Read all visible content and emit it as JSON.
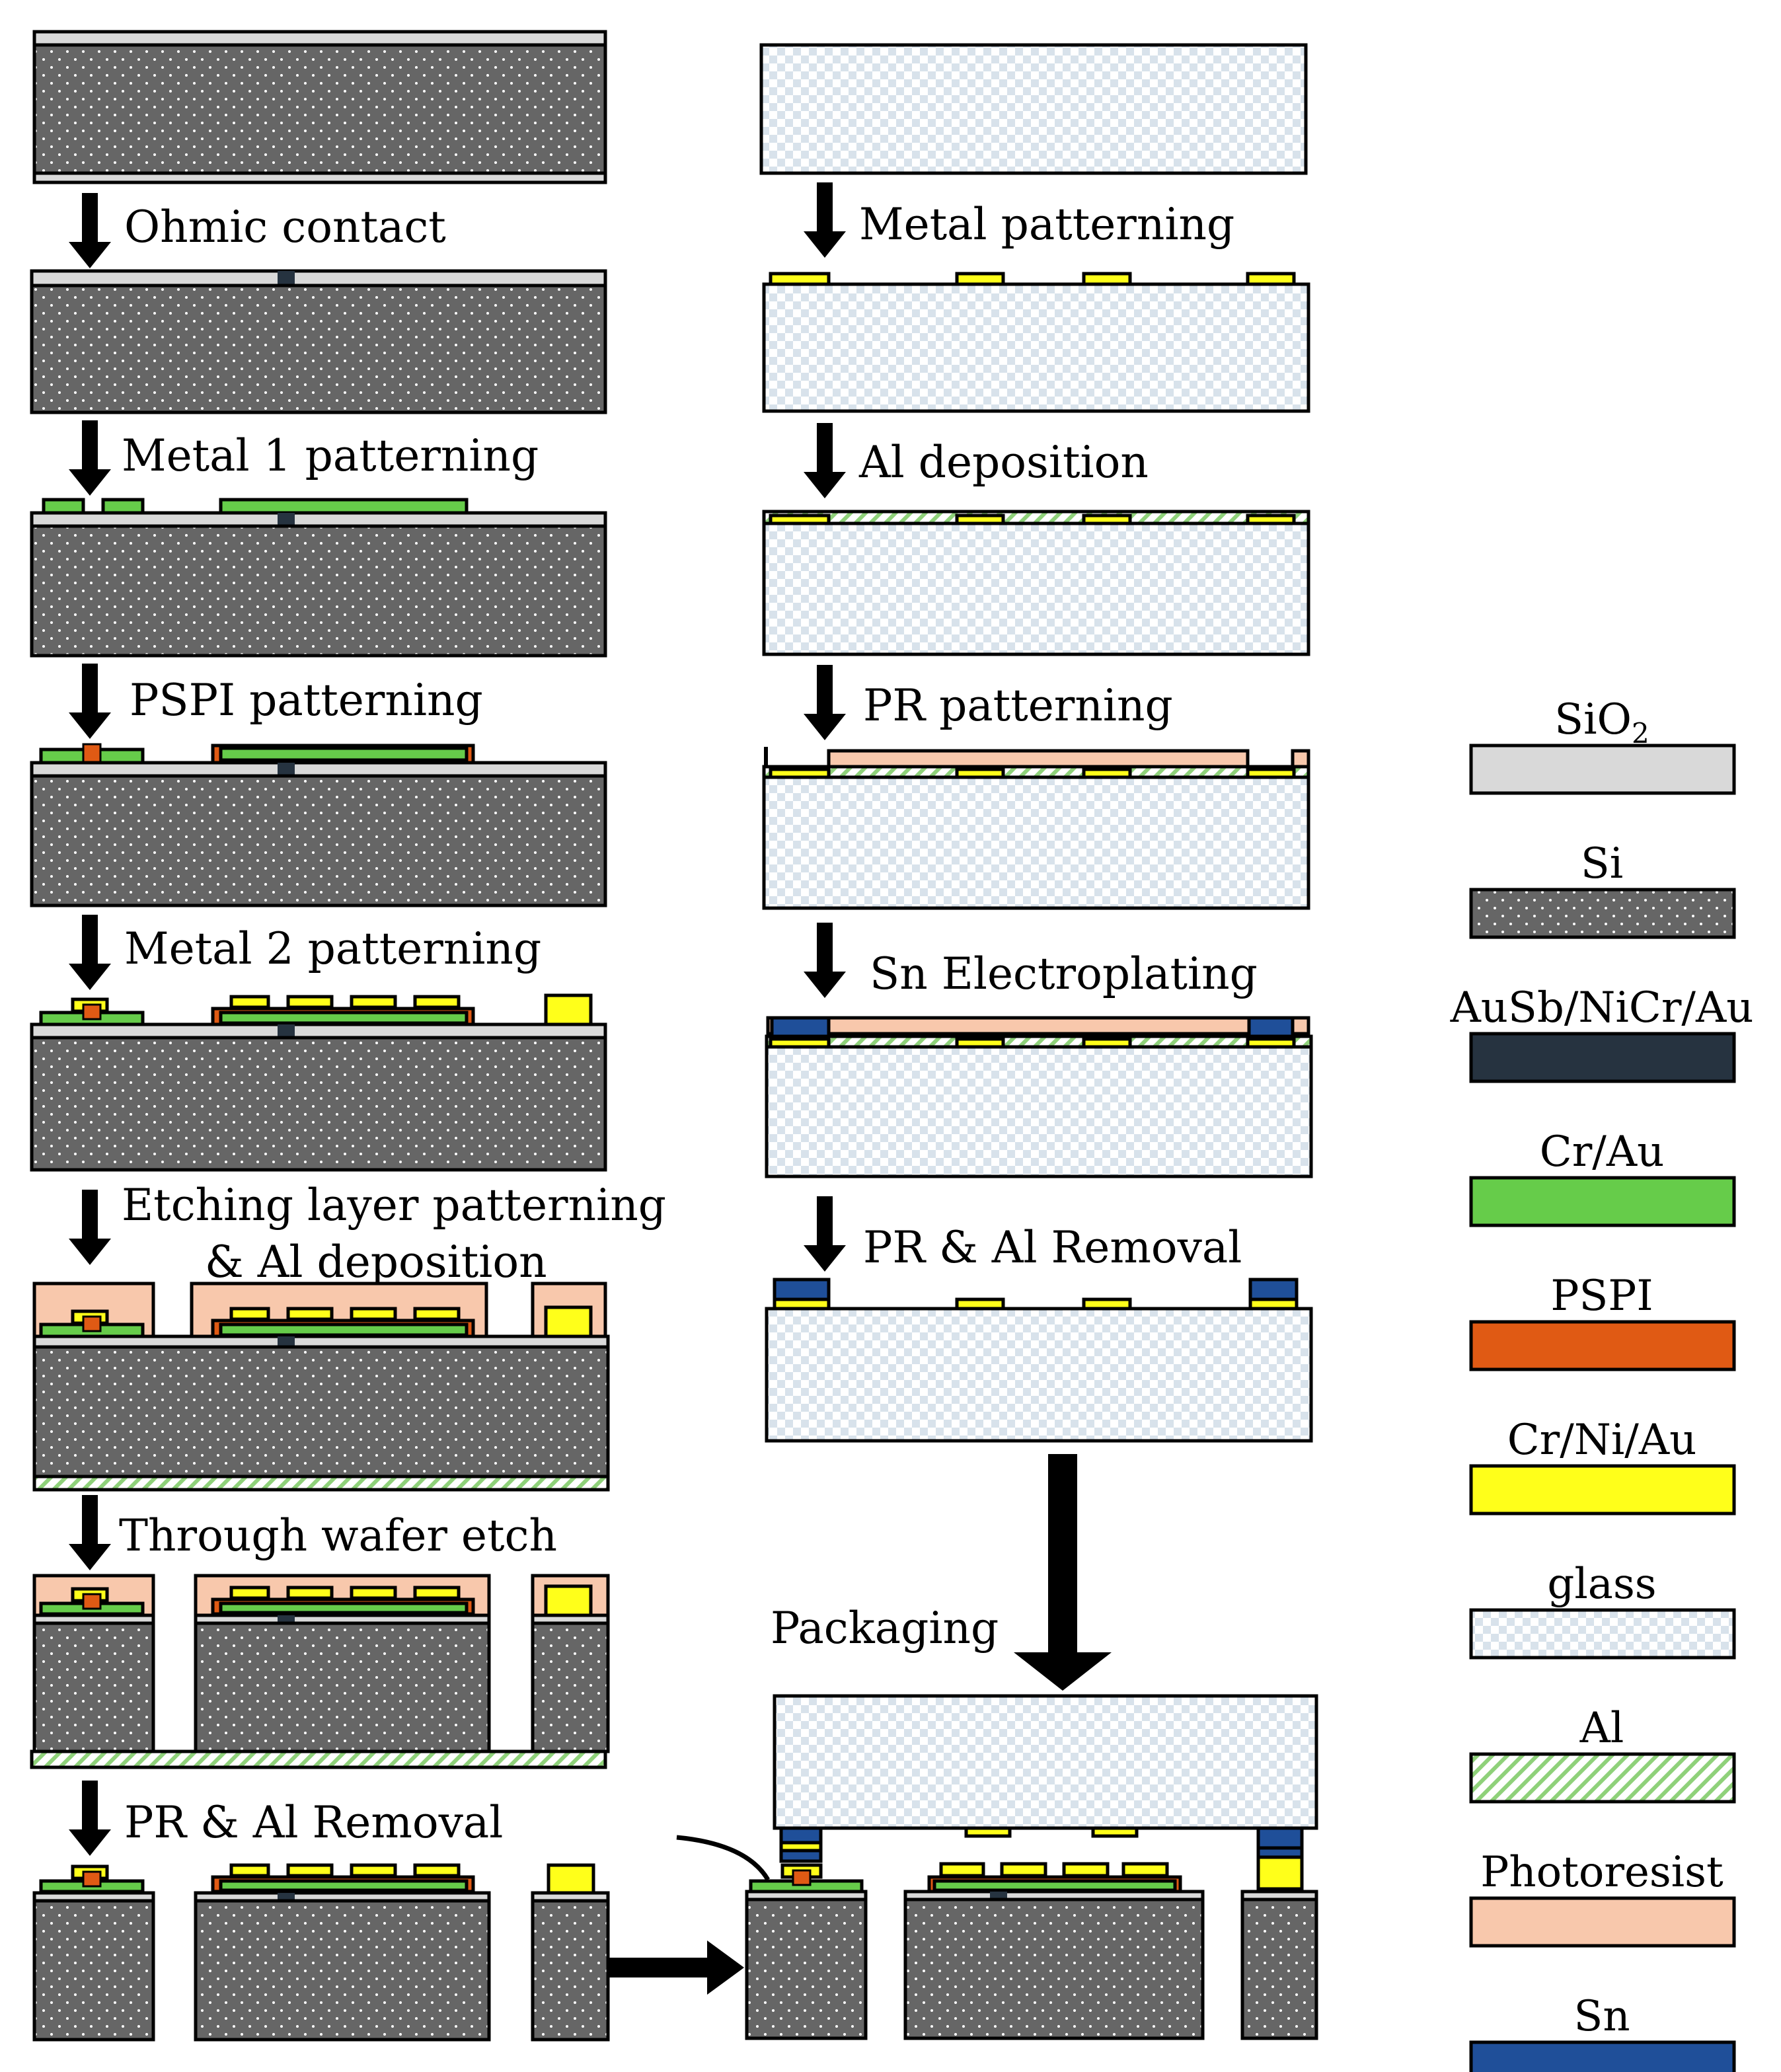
{
  "left_steps": [
    "Ohmic contact",
    "Metal 1 patterning",
    "PSPI patterning",
    "Metal 2 patterning",
    "Etching layer patterning",
    "& Al deposition",
    "Through wafer etch",
    "PR & Al Removal"
  ],
  "right_steps": [
    "Metal patterning",
    "Al deposition",
    "PR patterning",
    "Sn Electroplating",
    "PR & Al Removal",
    "Packaging"
  ],
  "legend": [
    {
      "label": "SiO",
      "sub": "2",
      "material": "sio2",
      "color": "#d9d9d9"
    },
    {
      "label": "Si",
      "sub": "",
      "material": "si",
      "color": "#666666"
    },
    {
      "label": "AuSb/NiCr/Au",
      "sub": "",
      "material": "ausb",
      "color": "#263340"
    },
    {
      "label": "Cr/Au",
      "sub": "",
      "material": "crau",
      "color": "#66cc4a"
    },
    {
      "label": "PSPI",
      "sub": "",
      "material": "pspi",
      "color": "#e05a14"
    },
    {
      "label": "Cr/Ni/Au",
      "sub": "",
      "material": "crniau",
      "color": "#ffff1a"
    },
    {
      "label": "glass",
      "sub": "",
      "material": "glass",
      "color": "#dfe7ee"
    },
    {
      "label": "Al",
      "sub": "",
      "material": "al",
      "color": "#8fd17a"
    },
    {
      "label": "Photoresist",
      "sub": "",
      "material": "pr",
      "color": "#f8c8ac"
    },
    {
      "label": "Sn",
      "sub": "",
      "material": "sn",
      "color": "#1f4f99"
    }
  ]
}
